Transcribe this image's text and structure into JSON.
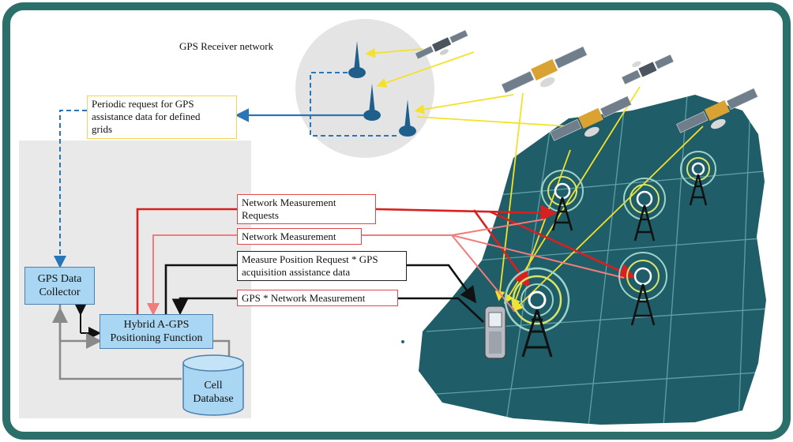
{
  "title": "GPS Receiver network",
  "labels": {
    "periodic_request": [
      "Periodic request for GPS",
      "assistance data for defined",
      "grids"
    ],
    "network_measurement_requests": [
      "Network Measurement",
      "Requests"
    ],
    "network_measurement": "Network Measurement",
    "measure_position_request": [
      "Measure Position Request * GPS",
      "acquisition assistance data"
    ],
    "gps_network_measurement": "GPS * Network Measurement"
  },
  "nodes": {
    "gps_data_collector": [
      "GPS Data",
      "Collector"
    ],
    "hybrid_agps": [
      "Hybrid A-GPS",
      "Positioning Function"
    ],
    "cell_database": [
      "Cell",
      "Database"
    ]
  },
  "colors": {
    "frame": "#2a6f6a",
    "coverage": "#1f5d68",
    "grid_lines": "#5fa0a6",
    "panel": "#e9e9e9",
    "circle": "#e4e4e4",
    "receiver": "#1e5f8c",
    "flow_blue": "#2a74b8",
    "flow_red": "#d92020",
    "flow_pink": "#f07c7c",
    "flow_black": "#111111",
    "flow_gray": "#8a8a8a",
    "satellite_signal": "#f3e12a",
    "node_fill": "#a9d6f2"
  },
  "icons": [
    "satellite-icon",
    "gps-receiver-icon",
    "cell-tower-icon",
    "mobile-phone-icon",
    "database-icon"
  ]
}
